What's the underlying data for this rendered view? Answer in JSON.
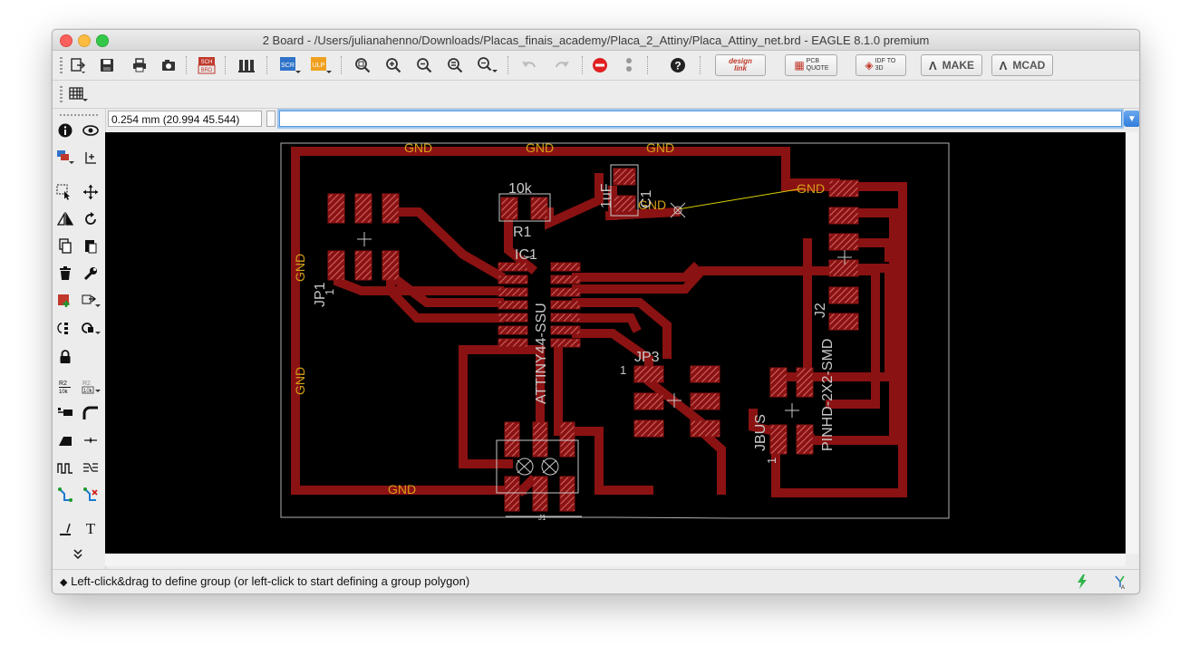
{
  "window": {
    "title": "2 Board - /Users/julianahenno/Downloads/Placas_finais_academy/Placa_2_Attiny/Placa_Attiny_net.brd - EAGLE 8.1.0 premium"
  },
  "toolbar": {
    "sch_brd_label": "SCH\nBRD",
    "scr_label": "SCR",
    "ulp_label": "ULP",
    "design_link_label": "design link",
    "pcb_quote_label": "PCB QUOTE",
    "idf_label": "IDF TO 3D",
    "make_label": "MAKE",
    "mcad_label": "MCAD"
  },
  "command_line": {
    "coordinates": "0.254 mm (20.994 45.544)",
    "value": ""
  },
  "board": {
    "labels": {
      "gnd_top_1": "GND",
      "gnd_top_2": "GND",
      "gnd_top_3": "GND",
      "gnd_c1": "GND",
      "gnd_j2": "GND",
      "gnd_left_1": "GND",
      "gnd_left_2": "GND",
      "gnd_bottom": "GND",
      "r1_value": "10k",
      "r1_name": "R1",
      "c1_value": "1uF",
      "c1_name": "C1",
      "ic1_name": "IC1",
      "ic1_value": "ATTINY44-SSU",
      "jp1_name": "JP1",
      "jp1_pin": "1",
      "jp3_name": "JP3",
      "jp3_pin": "1",
      "j2_name": "J2",
      "j2_value": "PINHD-2X2-SMD",
      "jbus_name": "JBUS",
      "jbus_pin": "1",
      "j1_name": "J1"
    }
  },
  "status": {
    "message": "Left-click&drag to define group (or left-click to start defining a group polygon)"
  },
  "colors": {
    "copper": "#8b1212",
    "pad_hatch": "#c0504d",
    "label_orange": "#d4a017",
    "silk": "#c8c8c8",
    "board_bg": "#000000"
  }
}
